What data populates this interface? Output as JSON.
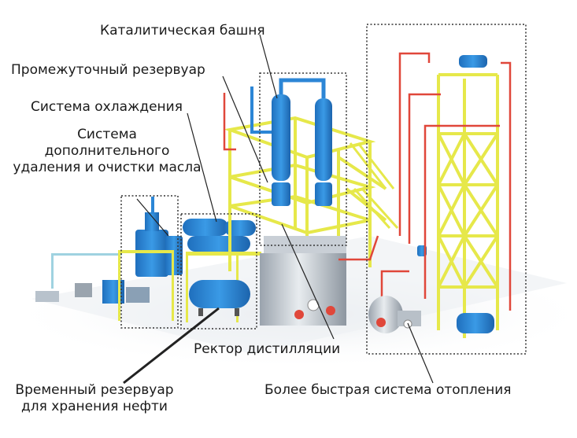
{
  "labels": {
    "catalytic_tower": "Каталитическая башня",
    "intermediate_tank": "Промежуточный резервуар",
    "cooling_system": "Система охлаждения",
    "extra_removal": [
      "Система",
      "дополнительного",
      "удаления и очистки масла"
    ],
    "distillation_reactor": "Ректор дистилляции",
    "temp_storage": [
      "Временный резервуар",
      "для хранения нефти"
    ],
    "heating_system": "Более быстрая система отопления"
  },
  "colors": {
    "frame": "#e6e84a",
    "equipment": "#2c86d6",
    "pipe_red": "#e0473a",
    "reactor": "#c9cfd6",
    "leader": "#222222",
    "dashed_box": "#333333"
  }
}
